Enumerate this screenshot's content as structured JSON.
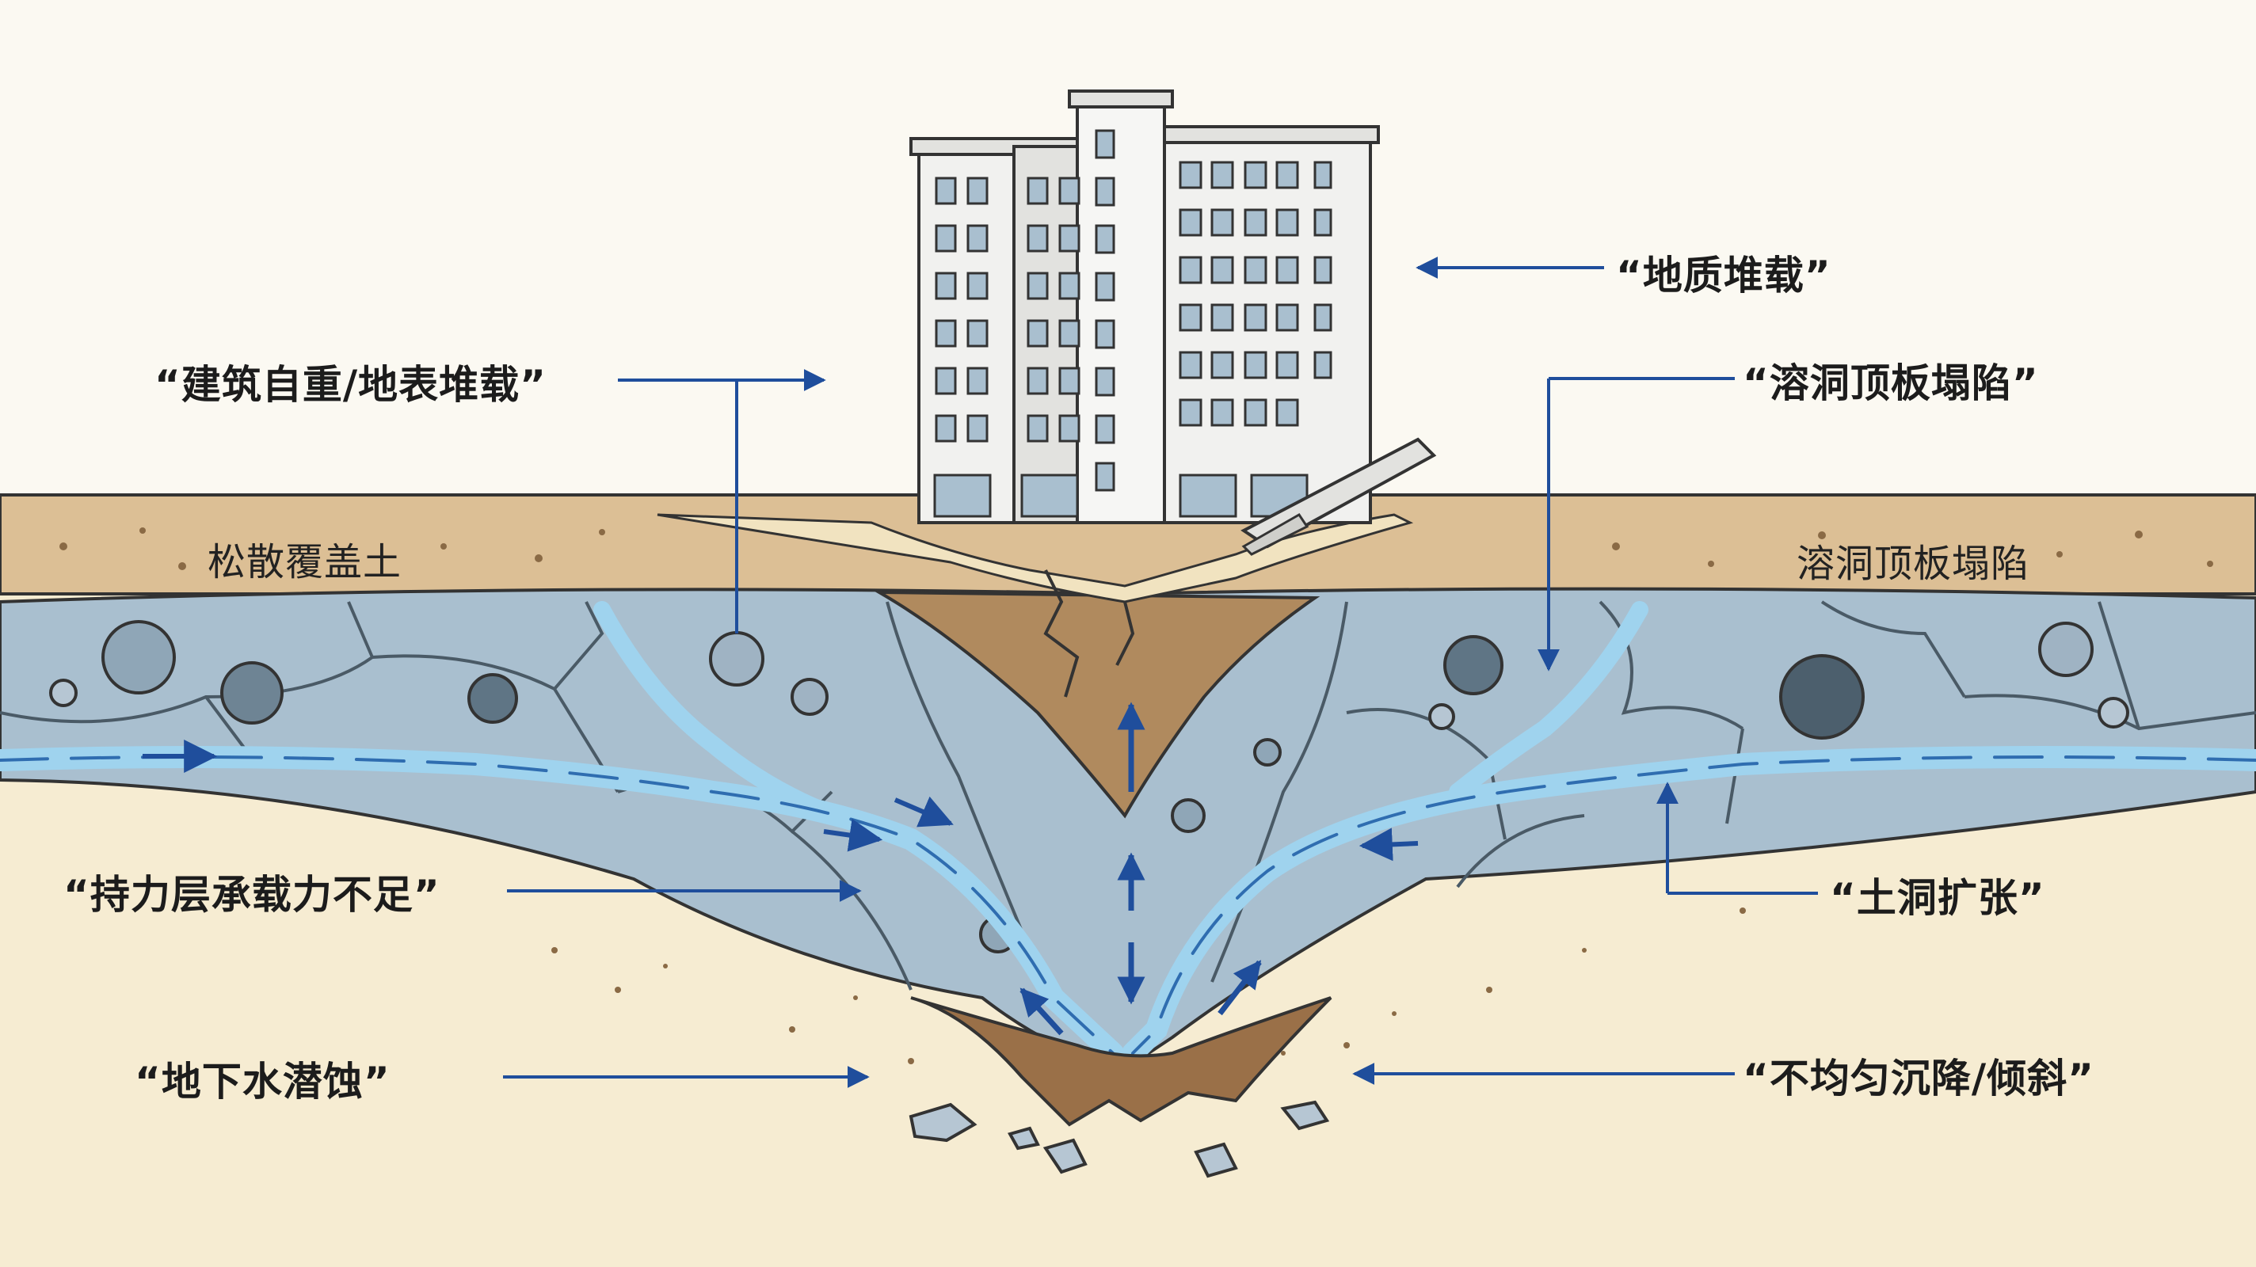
{
  "layers": {
    "top_left": "松散覆盖土",
    "top_right": "溶洞顶板塌陷"
  },
  "callouts": {
    "geo_load": "“地质堆载”",
    "building_load": "“建筑自重/地表堆载”",
    "cave_roof": "“溶洞顶板塌陷”",
    "bearing": "“持力层承载力不足”",
    "soil_cave": "“土洞扩张”",
    "groundwater": "“地下水潜蚀”",
    "settlement": "“不均匀沉降/倾斜”"
  },
  "colors": {
    "arrow": "#1f4e9c",
    "water": "#9fd3ee",
    "rock": "#a9bfcf",
    "soil": "#dcbf95",
    "clay": "#b08a5e",
    "ground": "#f6ecd2"
  }
}
